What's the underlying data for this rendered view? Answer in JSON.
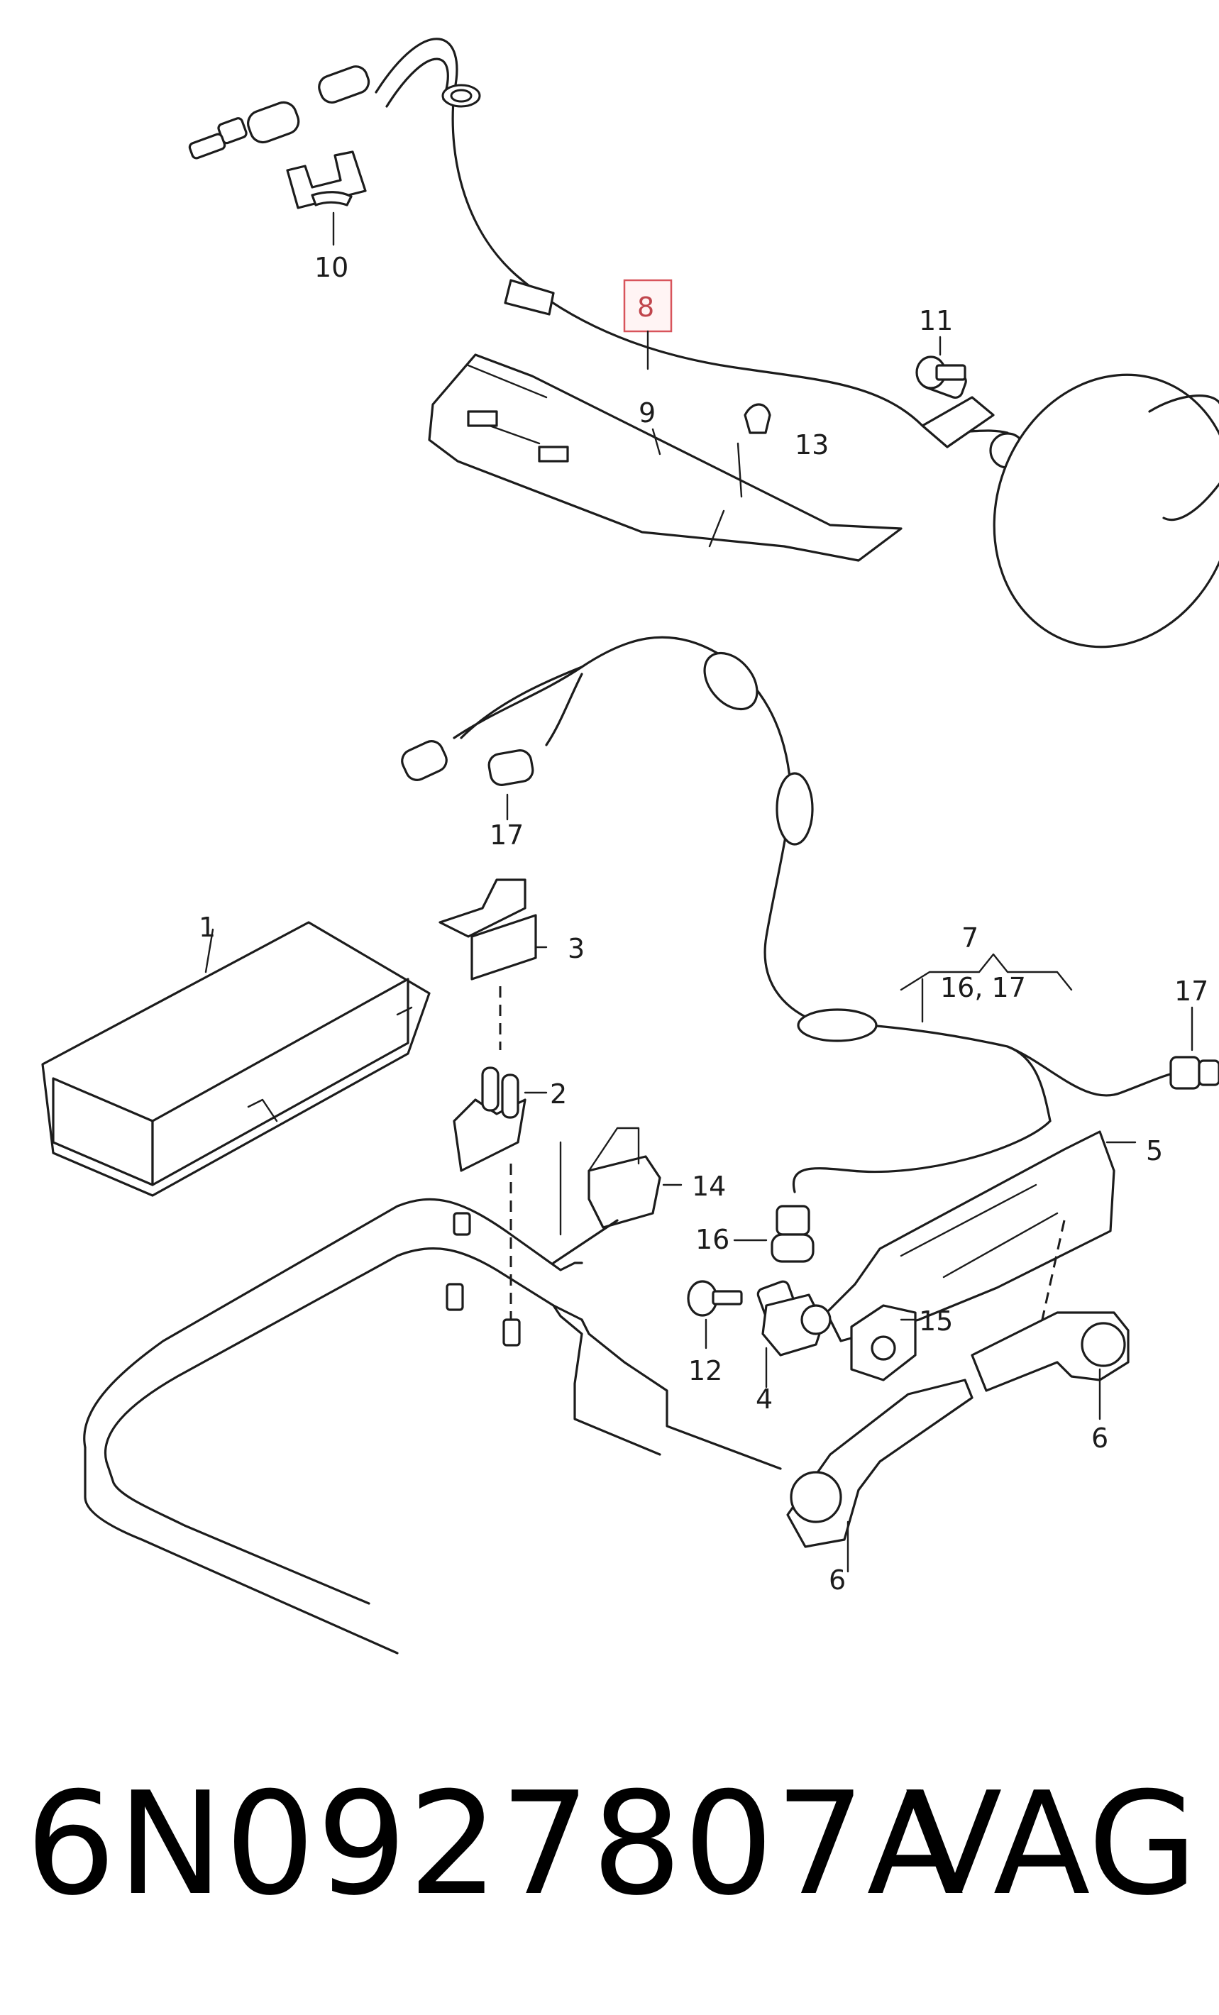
{
  "callouts": {
    "c1": "1",
    "c2": "2",
    "c3": "3",
    "c4": "4",
    "c5": "5",
    "c6a": "6",
    "c6b": "6",
    "c7": "7",
    "c7sub": "16, 17",
    "c8": "8",
    "c9": "9",
    "c10": "10",
    "c11": "11",
    "c12": "12",
    "c13": "13",
    "c14": "14",
    "c15": "15",
    "c16": "16",
    "c17a": "17",
    "c17b": "17"
  },
  "highlighted_callout": "8",
  "colors": {
    "highlight_stroke": "#d8545b",
    "highlight_text": "#c0454c",
    "ink": "#1c1c1c"
  },
  "footer": {
    "part_number": "6N0927807A",
    "brand": "VAG"
  }
}
